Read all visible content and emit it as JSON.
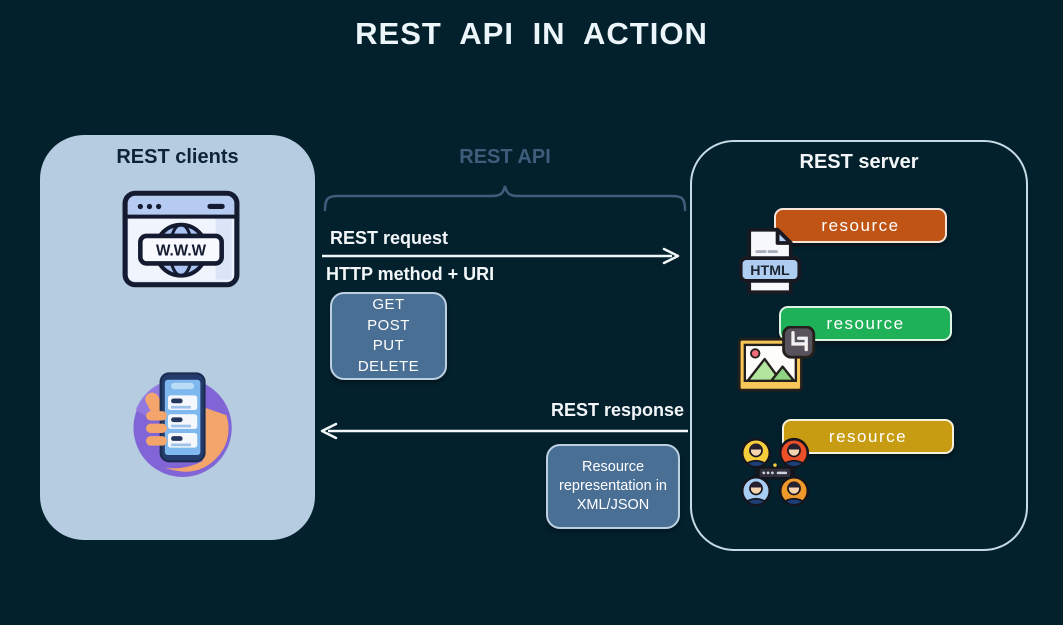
{
  "title": "REST API IN ACTION",
  "clients": {
    "label": "REST clients",
    "browser_icon_text": "W.W.W"
  },
  "api": {
    "label": "REST API",
    "request_label": "REST request",
    "request_sub": "HTTP method + URI",
    "methods": [
      "GET",
      "POST",
      "PUT",
      "DELETE"
    ],
    "response_label": "REST response",
    "response_box_text": "Resource representation in XML/JSON"
  },
  "server": {
    "label": "REST server",
    "resources": [
      {
        "label": "resource",
        "color": "#c05415",
        "icon": "html-file-icon",
        "icon_text": "HTML"
      },
      {
        "label": "resource",
        "color": "#1fb158",
        "icon": "image-icon"
      },
      {
        "label": "resource",
        "color": "#c79c12",
        "icon": "users-network-icon"
      }
    ]
  },
  "colors": {
    "background": "#03212d",
    "clients_panel": "#b6cce0",
    "server_border": "#c7dbe4",
    "api_accent": "#3e5d7b",
    "box_blue": "#4a6f94",
    "arrow_white": "#f2f6f8"
  }
}
